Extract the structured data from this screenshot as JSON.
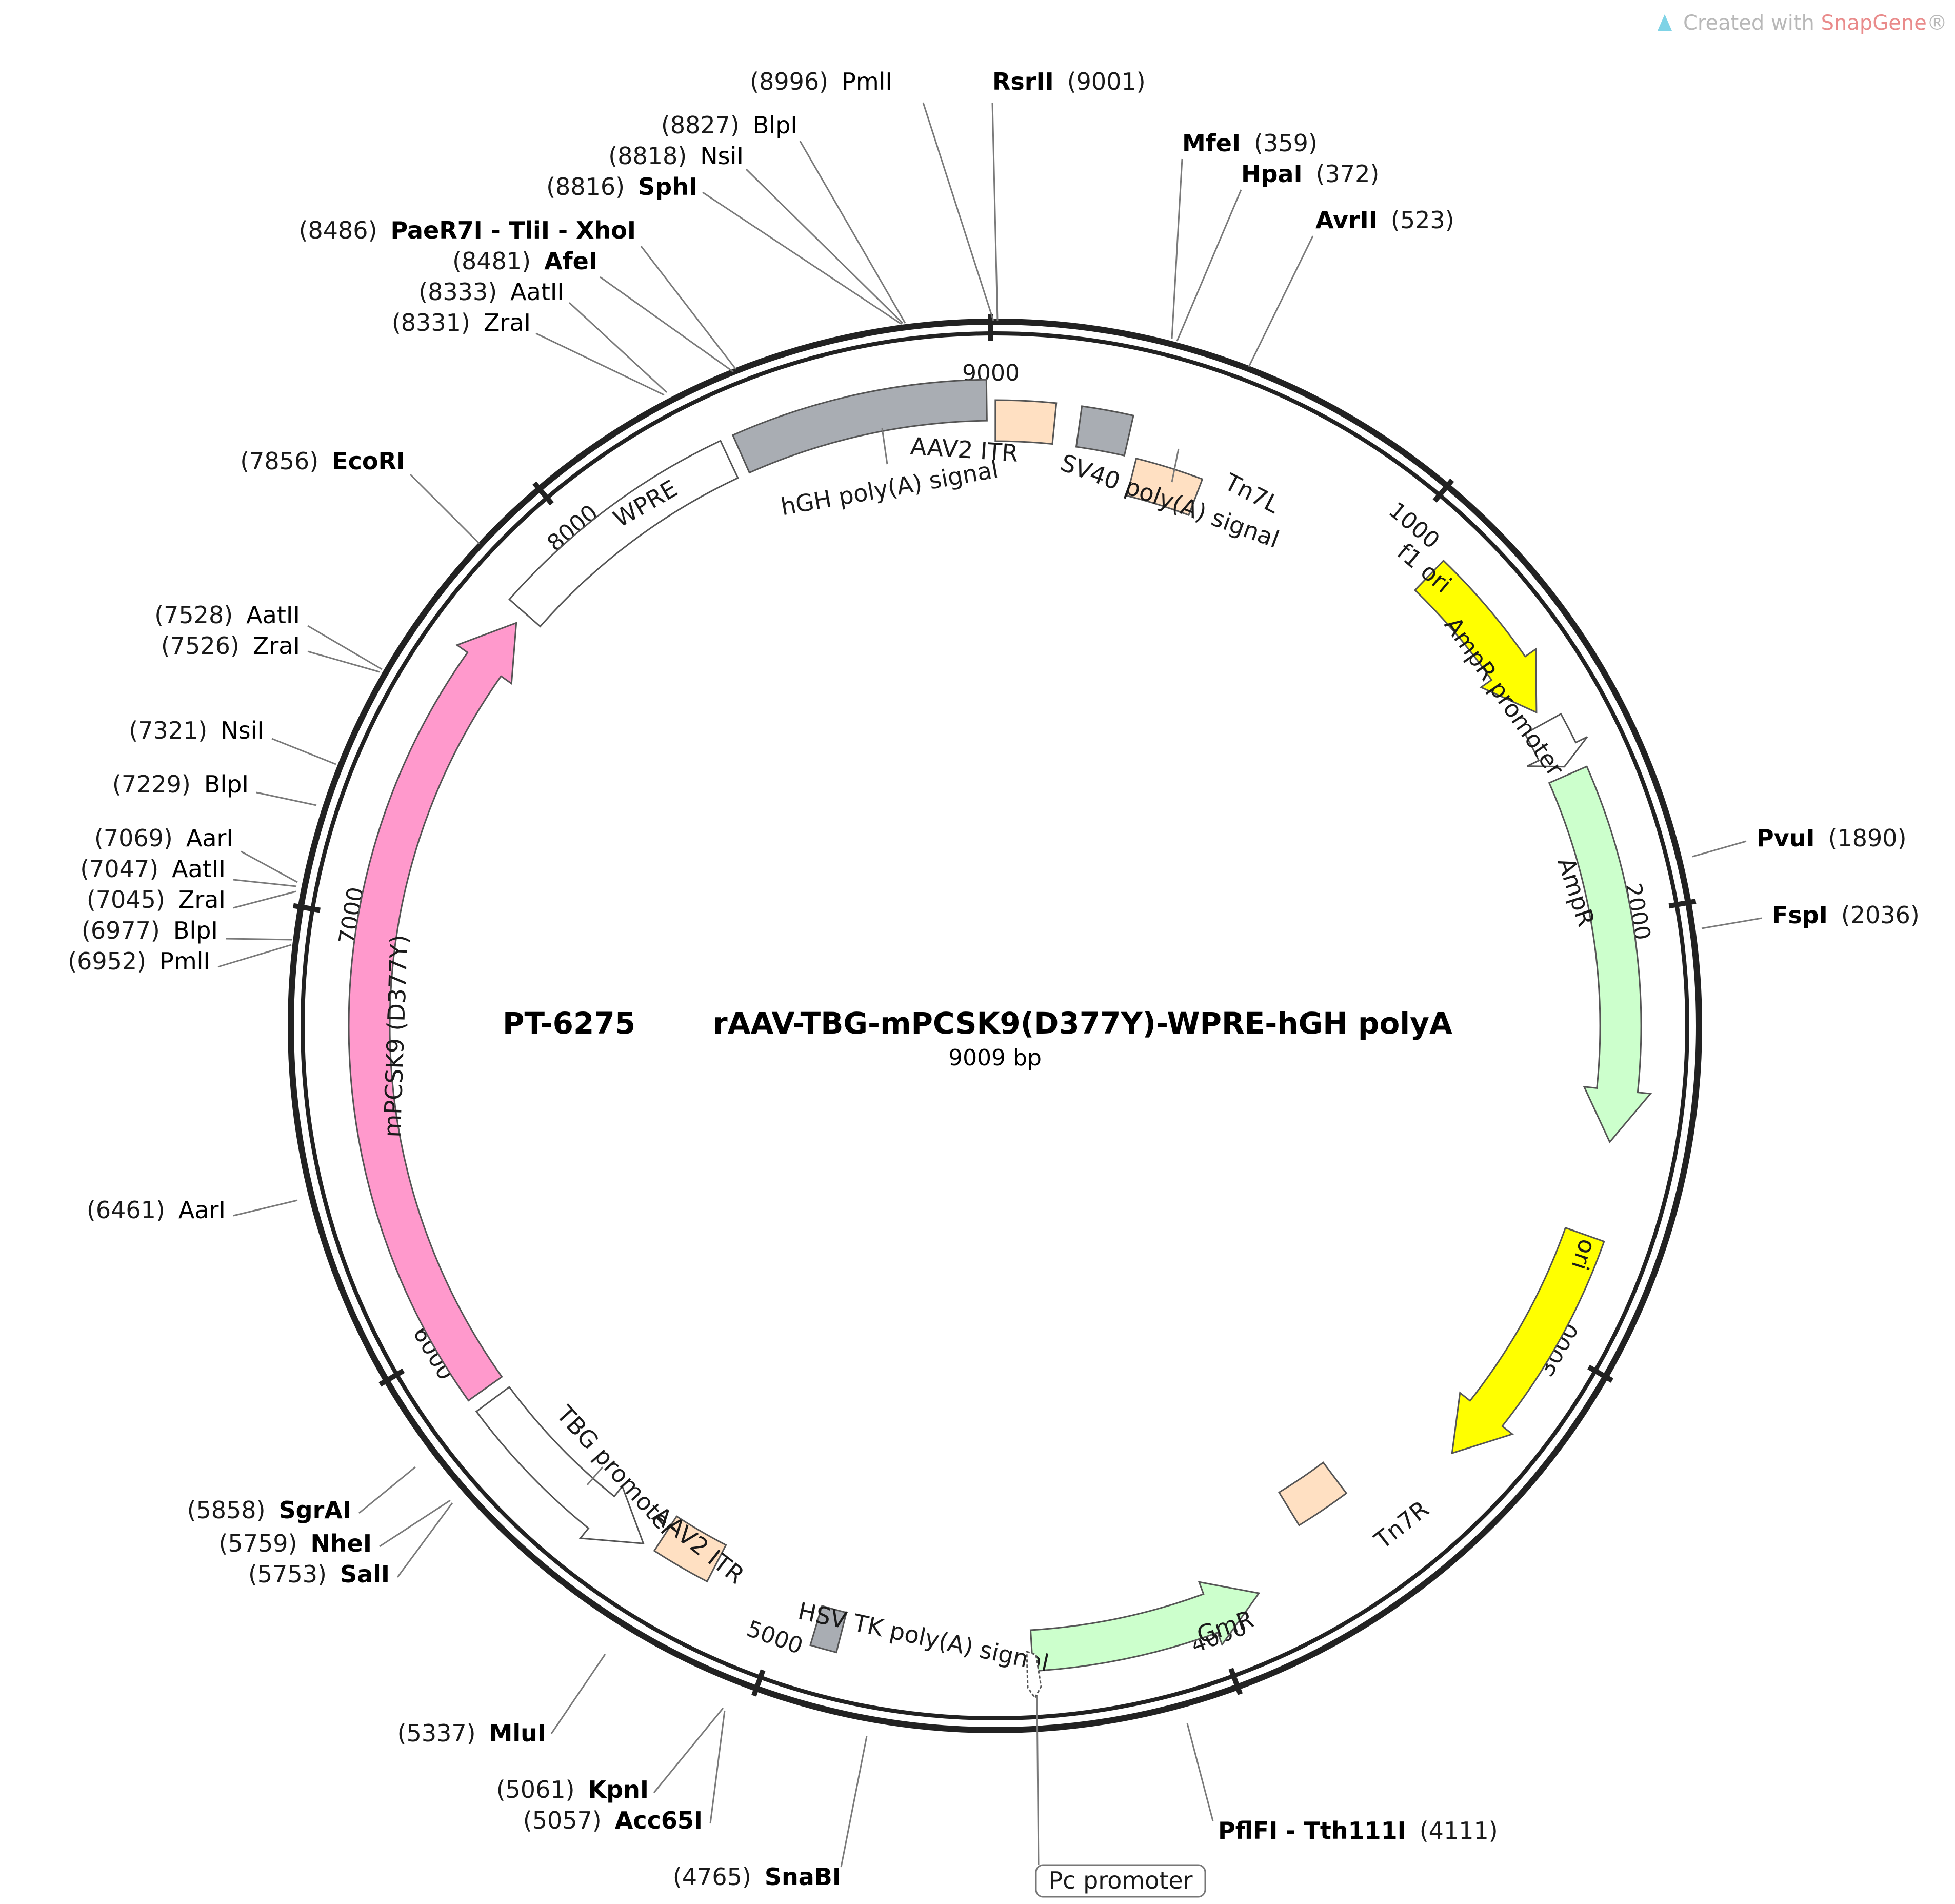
{
  "credit": {
    "prefix": "Created with ",
    "brand": "SnapGene",
    "suffix": "®"
  },
  "plasmid": {
    "name": "PT-6275",
    "title": "rAAV-TBG-mPCSK9(D377Y)-WPRE-hGH polyA",
    "length_label": "9009 bp",
    "length": 9009
  },
  "ticks": [
    {
      "pos": 1000,
      "label": "1000"
    },
    {
      "pos": 2000,
      "label": "2000"
    },
    {
      "pos": 3000,
      "label": "3000"
    },
    {
      "pos": 4000,
      "label": "4000"
    },
    {
      "pos": 5000,
      "label": "5000"
    },
    {
      "pos": 6000,
      "label": "6000"
    },
    {
      "pos": 7000,
      "label": "7000"
    },
    {
      "pos": 8000,
      "label": "8000"
    },
    {
      "pos": 9000,
      "label": "9000"
    }
  ],
  "features": [
    {
      "name": "AAV2 ITR",
      "start": 1,
      "end": 141,
      "color": "#ffe0c2",
      "arrow": false
    },
    {
      "name": "SV40 poly(A) signal",
      "start": 200,
      "end": 320,
      "color": "#a9adb3",
      "arrow": false
    },
    {
      "name": "Tn7L",
      "start": 350,
      "end": 520,
      "color": "#ffe0c2",
      "arrow": false
    },
    {
      "name": "f1 ori",
      "start": 1100,
      "end": 1500,
      "color": "#ffff00",
      "arrow": true,
      "dir": 1
    },
    {
      "name": "AmpR promoter",
      "start": 1530,
      "end": 1640,
      "color": "#ffffff",
      "arrow": true,
      "dir": 1
    },
    {
      "name": "AmpR",
      "start": 1660,
      "end": 2520,
      "color": "#ccffcc",
      "arrow": true,
      "dir": 1
    },
    {
      "name": "ori",
      "start": 2740,
      "end": 3330,
      "color": "#ffff00",
      "arrow": true,
      "dir": 1
    },
    {
      "name": "Tn7R",
      "start": 3580,
      "end": 3720,
      "color": "#ffe0c2",
      "arrow": false
    },
    {
      "name": "GmR",
      "start": 3880,
      "end": 4420,
      "color": "#ccffcc",
      "arrow": true,
      "dir": -1
    },
    {
      "name": "HSV TK poly(A) signal",
      "start": 4860,
      "end": 4920,
      "color": "#a9adb3",
      "arrow": false
    },
    {
      "name": "AAV2 ITR",
      "start": 5190,
      "end": 5330,
      "color": "#ffe0c2",
      "arrow": false
    },
    {
      "name": "TBG promoter",
      "start": 5360,
      "end": 5840,
      "color": "#ffffff",
      "arrow": true,
      "dir": -1
    },
    {
      "name": "mPCSK9 (D377Y)",
      "start": 5870,
      "end": 7760,
      "color": "#ff99cc",
      "arrow": true,
      "dir": 1
    },
    {
      "name": "WPRE",
      "start": 7790,
      "end": 8380,
      "color": "#ffffff",
      "arrow": false
    },
    {
      "name": "hGH poly(A) signal",
      "start": 8410,
      "end": 8990,
      "color": "#a9adb3",
      "arrow": false
    }
  ],
  "sites": [
    {
      "pos": "(8996)",
      "name": "PmlI",
      "bold": false
    },
    {
      "pos": "(9001)",
      "name": "RsrII",
      "bold": true
    },
    {
      "pos": "(8827)",
      "name": "BlpI",
      "bold": false
    },
    {
      "pos": "(8818)",
      "name": "NsiI",
      "bold": false
    },
    {
      "pos": "(8816)",
      "name": "SphI",
      "bold": true
    },
    {
      "pos": "(8486)",
      "name": "PaeR7I - TliI - XhoI",
      "bold": true
    },
    {
      "pos": "(8481)",
      "name": "AfeI",
      "bold": true
    },
    {
      "pos": "(8333)",
      "name": "AatII",
      "bold": false
    },
    {
      "pos": "(8331)",
      "name": "ZraI",
      "bold": false
    },
    {
      "pos": "(7856)",
      "name": "EcoRI",
      "bold": true
    },
    {
      "pos": "(7528)",
      "name": "AatII",
      "bold": false
    },
    {
      "pos": "(7526)",
      "name": "ZraI",
      "bold": false
    },
    {
      "pos": "(7321)",
      "name": "NsiI",
      "bold": false
    },
    {
      "pos": "(7229)",
      "name": "BlpI",
      "bold": false
    },
    {
      "pos": "(7069)",
      "name": "AarI",
      "bold": false
    },
    {
      "pos": "(7047)",
      "name": "AatII",
      "bold": false
    },
    {
      "pos": "(7045)",
      "name": "ZraI",
      "bold": false
    },
    {
      "pos": "(6977)",
      "name": "BlpI",
      "bold": false
    },
    {
      "pos": "(6952)",
      "name": "PmlI",
      "bold": false
    },
    {
      "pos": "(6461)",
      "name": "AarI",
      "bold": false
    },
    {
      "pos": "(5858)",
      "name": "SgrAI",
      "bold": true
    },
    {
      "pos": "(5759)",
      "name": "NheI",
      "bold": true
    },
    {
      "pos": "(5753)",
      "name": "SalI",
      "bold": true
    },
    {
      "pos": "(5337)",
      "name": "MluI",
      "bold": true
    },
    {
      "pos": "(5061)",
      "name": "KpnI",
      "bold": true
    },
    {
      "pos": "(5057)",
      "name": "Acc65I",
      "bold": true
    },
    {
      "pos": "(4765)",
      "name": "SnaBI",
      "bold": true
    },
    {
      "pos": "(359)",
      "name": "MfeI",
      "bold": true
    },
    {
      "pos": "(372)",
      "name": "HpaI",
      "bold": true
    },
    {
      "pos": "(523)",
      "name": "AvrII",
      "bold": true
    },
    {
      "pos": "(1890)",
      "name": "PvuI",
      "bold": true
    },
    {
      "pos": "(2036)",
      "name": "FspI",
      "bold": true
    },
    {
      "pos": "(4111)",
      "name": "PflFI - Tth111I",
      "bold": true
    }
  ],
  "promoter_box": {
    "label": "Pc promoter"
  }
}
